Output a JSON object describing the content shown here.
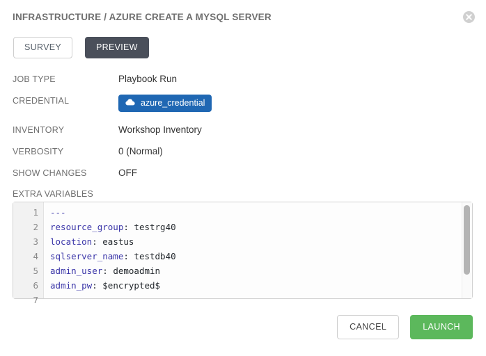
{
  "dialog": {
    "title": "INFRASTRUCTURE / AZURE CREATE A MYSQL SERVER",
    "close_icon": "close-icon"
  },
  "tabs": [
    {
      "label": "SURVEY",
      "active": false
    },
    {
      "label": "PREVIEW",
      "active": true
    }
  ],
  "details": [
    {
      "label": "JOB TYPE",
      "value": "Playbook Run"
    },
    {
      "label": "CREDENTIAL",
      "value": "azure_credential",
      "badge": true,
      "icon": "cloud-icon"
    },
    {
      "label": "INVENTORY",
      "value": "Workshop Inventory"
    },
    {
      "label": "VERBOSITY",
      "value": "0 (Normal)"
    },
    {
      "label": "SHOW CHANGES",
      "value": "OFF"
    }
  ],
  "extra_variables": {
    "label": "EXTRA VARIABLES",
    "line_numbers": [
      "1",
      "2",
      "3",
      "4",
      "5",
      "6",
      "7"
    ],
    "lines": [
      {
        "key": "---",
        "sep": "",
        "value": ""
      },
      {
        "key": "resource_group",
        "sep": ": ",
        "value": "testrg40"
      },
      {
        "key": "location",
        "sep": ": ",
        "value": "eastus"
      },
      {
        "key": "sqlserver_name",
        "sep": ": ",
        "value": "testdb40"
      },
      {
        "key": "admin_user",
        "sep": ": ",
        "value": "demoadmin"
      },
      {
        "key": "admin_pw",
        "sep": ": ",
        "value": "$encrypted$"
      },
      {
        "key": "",
        "sep": "",
        "value": ""
      }
    ],
    "text": "---\nresource_group: testrg40\nlocation: eastus\nsqlserver_name: testdb40\nadmin_user: demoadmin\nadmin_pw: $encrypted$\n"
  },
  "footer": {
    "cancel_label": "CANCEL",
    "launch_label": "LAUNCH"
  },
  "colors": {
    "accent_blue": "#1f67b3",
    "launch_green": "#5cb85c",
    "tab_active_bg": "#4a4f5a",
    "label_gray": "#707070",
    "yaml_key": "#3a35a8"
  }
}
